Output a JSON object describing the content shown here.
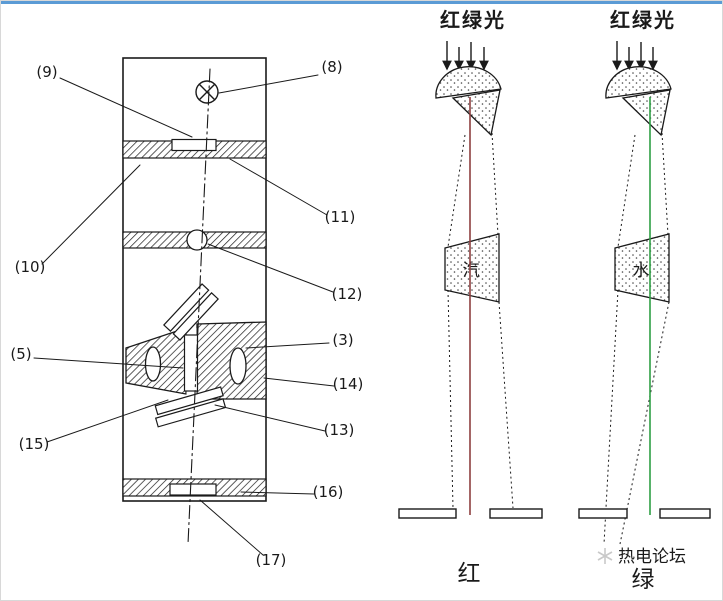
{
  "accent": {
    "top_bar_color": "#5b9bd5",
    "red_beam": "#8e3f3f",
    "green_beam": "#2e9e44",
    "watermark_color": "#c9c9c9",
    "ink": "#1a1a1a"
  },
  "left_diagram": {
    "labels": {
      "p3": "(3)",
      "p5": "(5)",
      "p8": "(8)",
      "p9": "(9)",
      "p10": "(10)",
      "p11": "(11)",
      "p12": "(12)",
      "p13": "(13)",
      "p14": "(14)",
      "p15": "(15)",
      "p16": "(16)",
      "p17": "(17)"
    }
  },
  "right_diagram": {
    "column_red": {
      "incident_light": "红绿光",
      "chamber_label": "汽",
      "result_label": "红"
    },
    "column_green": {
      "incident_light": "红绿光",
      "chamber_label": "水",
      "result_label": "绿"
    },
    "watermark": "热电论坛"
  }
}
